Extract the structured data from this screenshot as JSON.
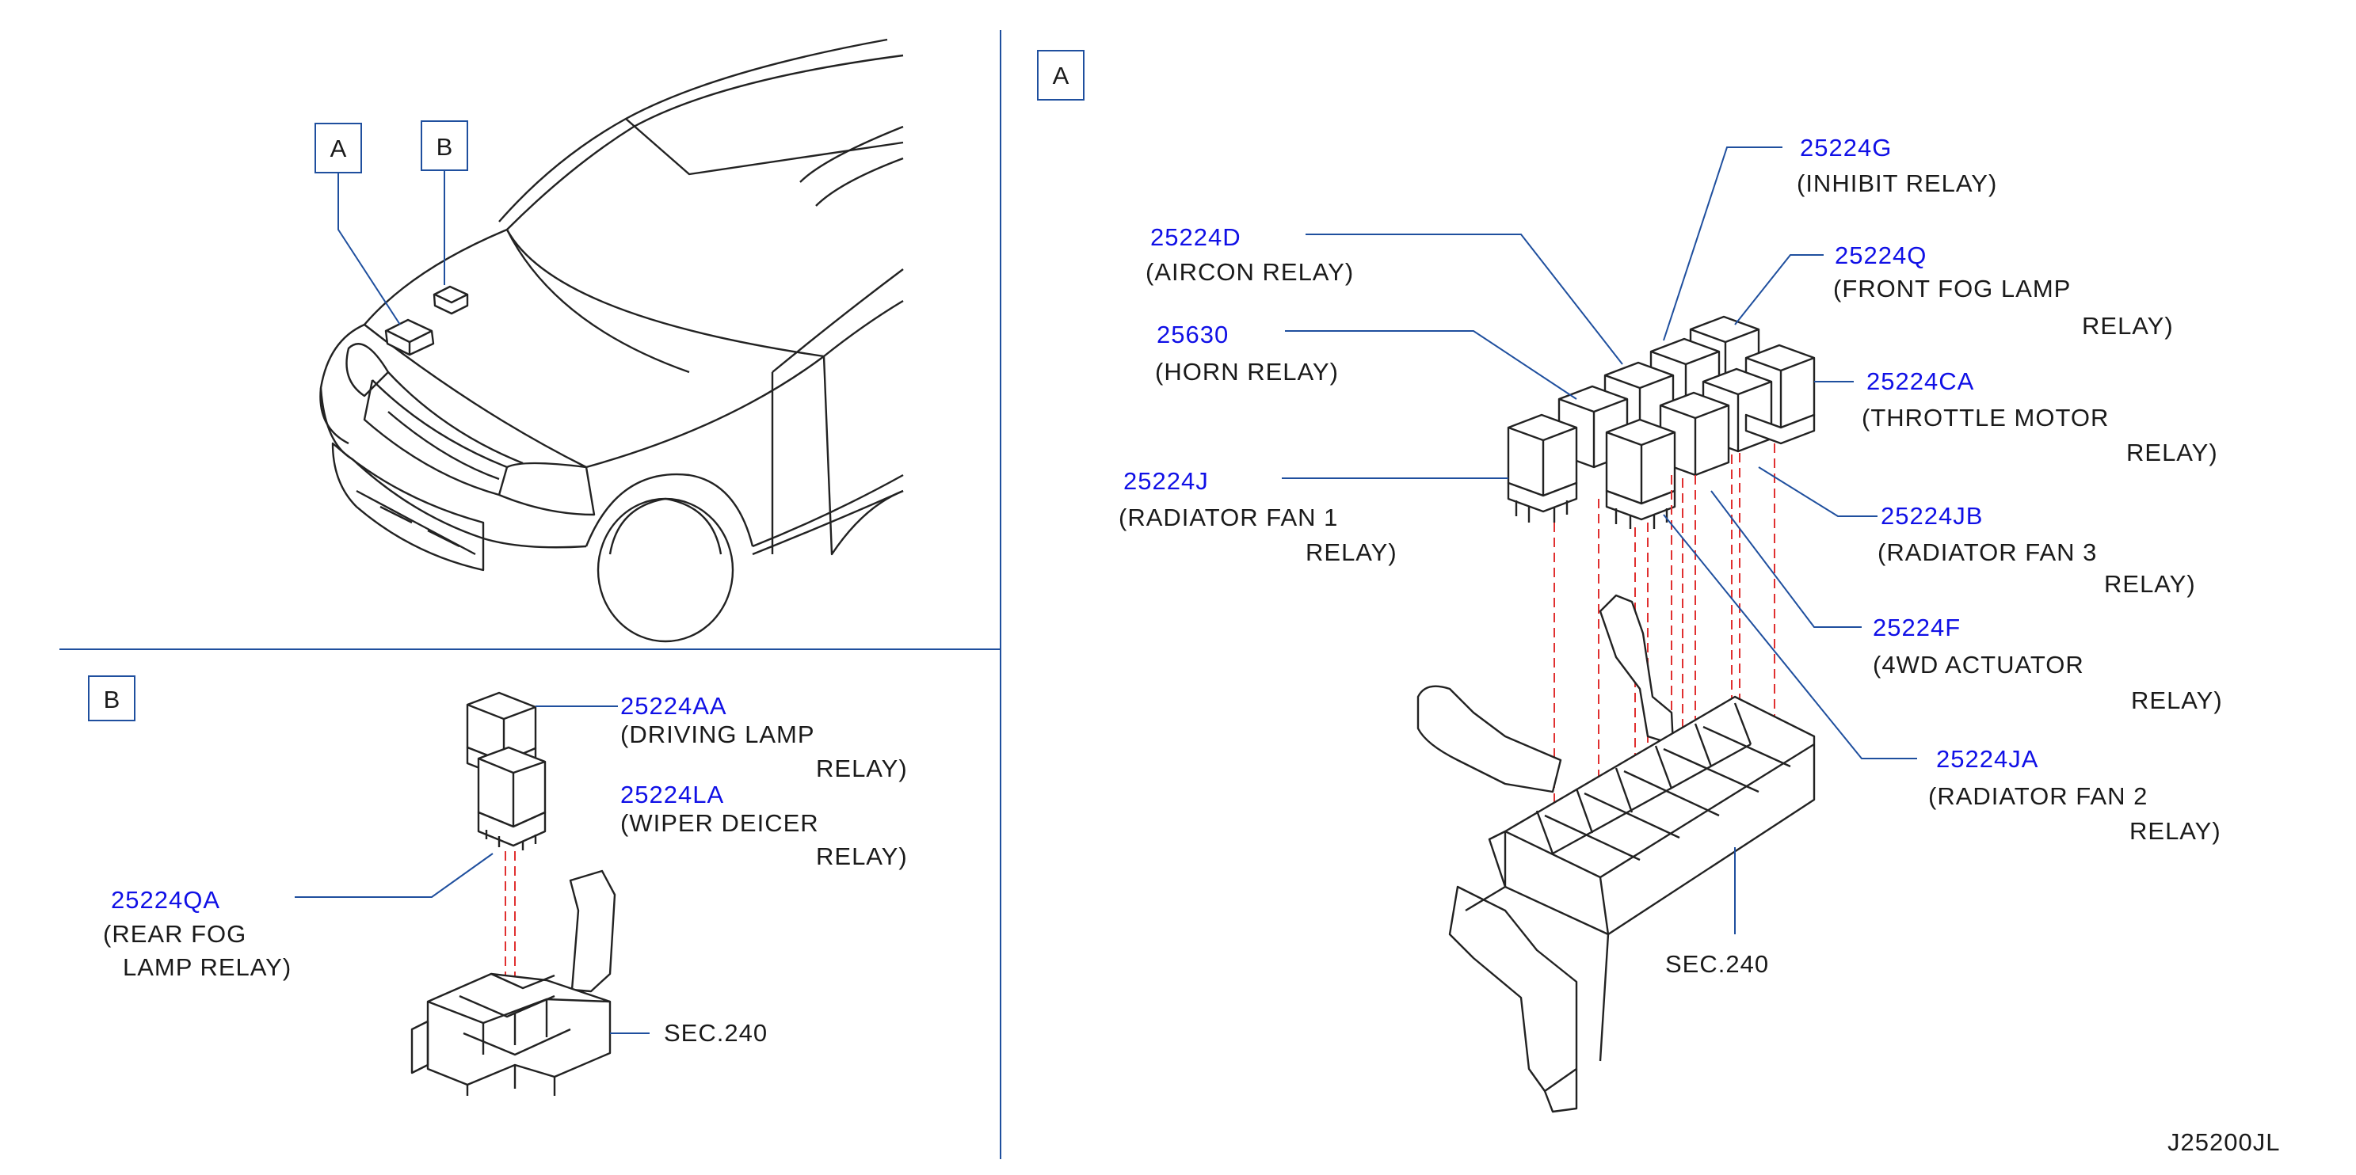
{
  "sections": {
    "A": "A",
    "B": "B",
    "panel_a": "A",
    "panel_b": "B"
  },
  "relays_a": [
    {
      "pn": "25224G",
      "desc": [
        "(INHIBIT   RELAY)"
      ]
    },
    {
      "pn": "25224D",
      "desc": [
        "(AIRCON   RELAY)"
      ]
    },
    {
      "pn": "25224Q",
      "desc": [
        "(FRONT   FOG   LAMP",
        "RELAY)"
      ]
    },
    {
      "pn": "25630",
      "desc": [
        "(HORN   RELAY)"
      ]
    },
    {
      "pn": "25224CA",
      "desc": [
        "(THROTTLE   MOTOR",
        "RELAY)"
      ]
    },
    {
      "pn": "25224J",
      "desc": [
        "(RADIATOR   FAN   1",
        "RELAY)"
      ]
    },
    {
      "pn": "25224JB",
      "desc": [
        "(RADIATOR   FAN   3",
        "RELAY)"
      ]
    },
    {
      "pn": "25224F",
      "desc": [
        "(4WD   ACTUATOR",
        "RELAY)"
      ]
    },
    {
      "pn": "25224JA",
      "desc": [
        "(RADIATOR   FAN   2",
        "RELAY)"
      ]
    }
  ],
  "relays_b": [
    {
      "pn": "25224AA",
      "desc": [
        "(DRIVING   LAMP",
        "RELAY)"
      ]
    },
    {
      "pn": "25224LA",
      "desc": [
        "(WIPER   DEICER",
        "RELAY)"
      ]
    },
    {
      "pn": "25224QA",
      "desc": [
        "(REAR   FOG",
        "LAMP    RELAY)"
      ]
    }
  ],
  "sec_a": "SEC.240",
  "sec_b": "SEC.240",
  "drawing_code": "J25200JL"
}
